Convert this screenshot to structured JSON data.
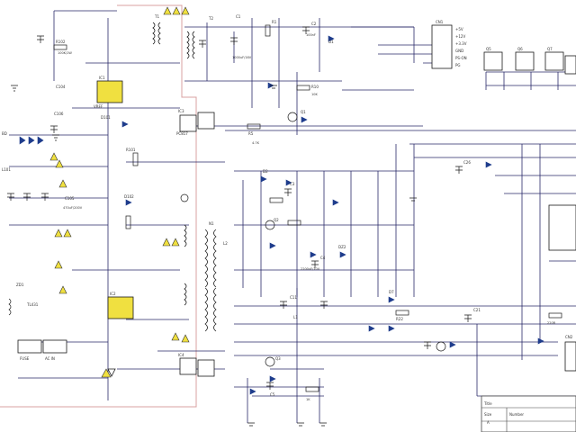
{
  "diagram": {
    "colors": {
      "background": "#ffffff",
      "wire": "#2a2a6a",
      "component": "#1a1a1a",
      "boundary": "#d8a0a0",
      "warning": "#f0e040",
      "diode": "#1e3c8c",
      "label": "#333333"
    },
    "labels": {
      "t1": "T1",
      "t2": "T2",
      "ic1": "IC1",
      "ic3": "IC3",
      "ic4": "IC4",
      "ic2": "IC2",
      "c106": "C106",
      "c105": "C105",
      "c104": "C104",
      "l101": "L101",
      "bd": "BD",
      "r101": "R101",
      "r102": "R102",
      "d101": "D101",
      "d102": "D102",
      "zd1": "ZD1",
      "q1": "Q1",
      "q2": "Q2",
      "q3": "Q3",
      "q5": "Q5",
      "q6": "Q6",
      "q7": "Q7",
      "c1": "C1",
      "c2": "C2",
      "c3": "C3",
      "c4": "C4",
      "c5": "C5",
      "c11": "C11",
      "c21": "C21",
      "c26": "C26",
      "r1": "R1",
      "r5": "R5",
      "r10": "R10",
      "r22": "R22",
      "d1": "D1",
      "d2": "D2",
      "d7": "D7",
      "dz2": "DZ2",
      "l1": "L1",
      "l2": "L2",
      "cn1": "CN1",
      "cn2": "CN2",
      "n1": "N1",
      "tl431": "TL431",
      "pc817": "PC817",
      "fuse": "FUSE",
      "vref": "VREF",
      "p5v": "+5V",
      "p12v": "+12V",
      "p3v": "+3.3V",
      "gnd": "GND",
      "ps_on": "PS-ON",
      "pg": "PG",
      "ac_in": "AC IN",
      "cap_spec1": "470uF/200V",
      "cap_spec2": "1000uF/16V",
      "cap_spec3": "2200uF/10V",
      "cap_spec4": "100nF",
      "res_spec1": "100K/1W",
      "res_spec2": "4.7K",
      "res_spec3": "10K",
      "res_spec4": "1K",
      "res_spec5": "220R",
      "title": "Title",
      "size": "Size",
      "number": "Number",
      "sheet_size": "A"
    }
  }
}
